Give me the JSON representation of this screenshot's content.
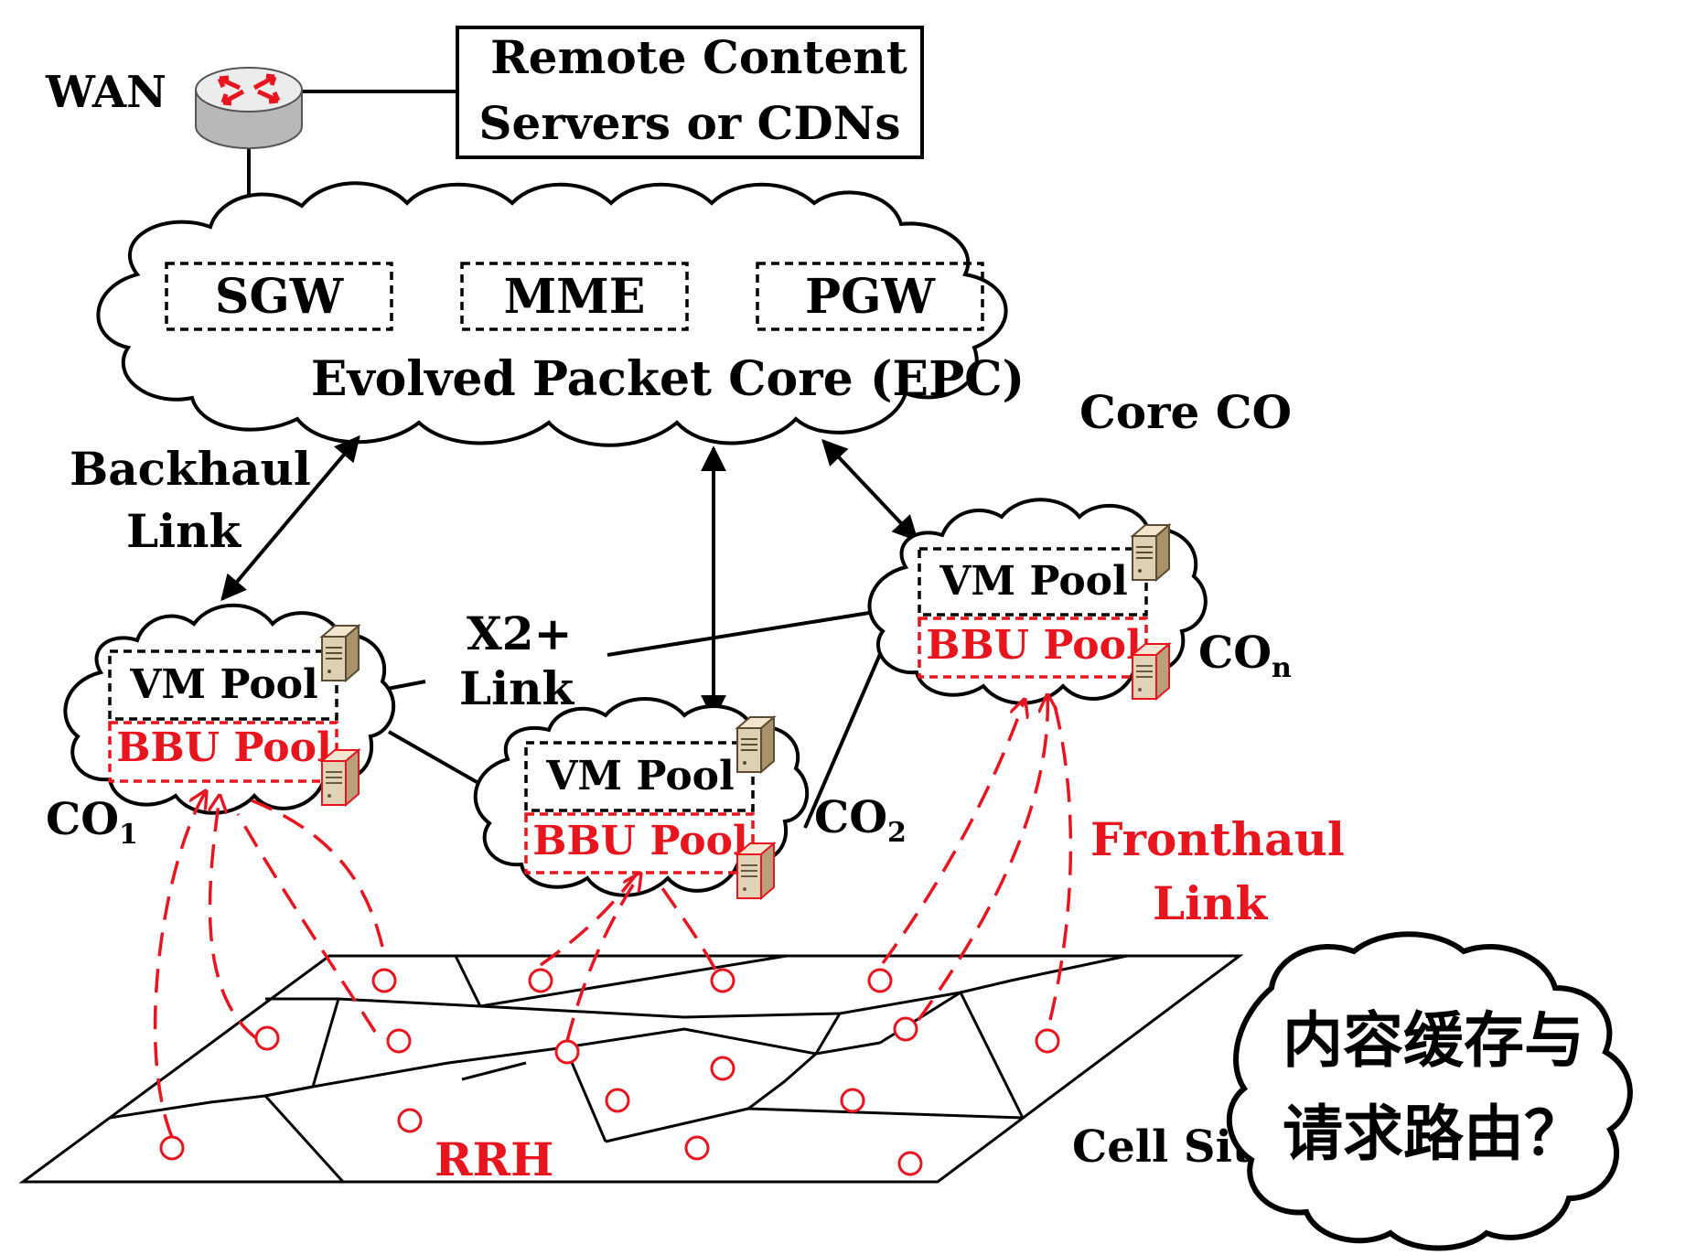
{
  "colors": {
    "line": "#000000",
    "fronthaul": "#e8141e",
    "background": "#ffffff"
  },
  "wan": {
    "label": "WAN",
    "router_icon": "router-icon"
  },
  "remote_servers": {
    "line1": "Remote Content",
    "line2": "Servers or CDNs"
  },
  "epc": {
    "title": "Evolved Packet Core (EPC)",
    "components": [
      "SGW",
      "MME",
      "PGW"
    ]
  },
  "core_co_label": "Core CO",
  "backhaul": {
    "line1": "Backhaul",
    "line2": "Link"
  },
  "x2": {
    "line1": "X2+",
    "line2": "Link"
  },
  "central_offices": [
    {
      "name": "CO",
      "subscript": "1",
      "vm_pool": "VM Pool",
      "bbu_pool": "BBU Pool"
    },
    {
      "name": "CO",
      "subscript": "2",
      "vm_pool": "VM Pool",
      "bbu_pool": "BBU Pool"
    },
    {
      "name": "CO",
      "subscript": "n",
      "vm_pool": "VM Pool",
      "bbu_pool": "BBU Pool"
    }
  ],
  "fronthaul": {
    "line1": "Fronthaul",
    "line2": "Link"
  },
  "rrh_label": "RRH",
  "cell_site_label": "Cell Site",
  "callout": {
    "line1": "内容缓存与",
    "line2": "请求路由？"
  },
  "icons": [
    "router-icon",
    "server-icon"
  ]
}
